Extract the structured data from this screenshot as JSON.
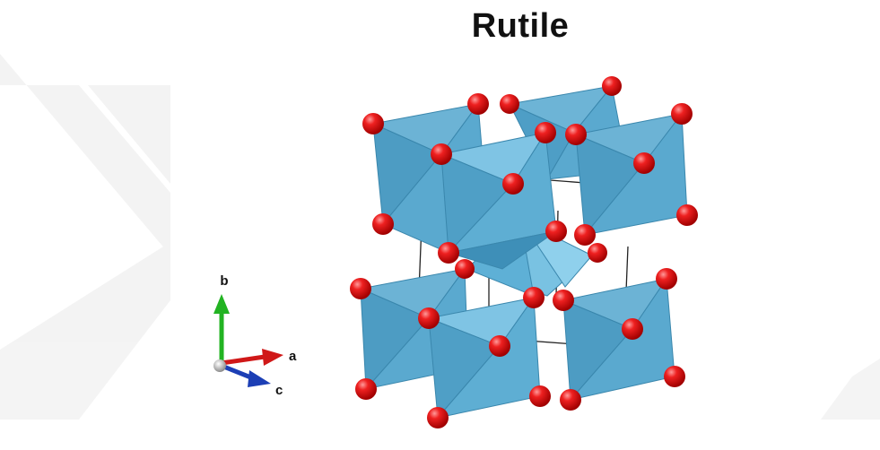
{
  "title": "Rutile",
  "axes": {
    "a_label": "a",
    "b_label": "b",
    "c_label": "c"
  },
  "colors": {
    "octahedron_fill": "#5aa9cf",
    "octahedron_edge": "#3a87ad",
    "oxygen_atom": "#e01010",
    "titanium_atom": "#7cc8e8",
    "axis_a": "#d01818",
    "axis_b": "#22b322",
    "axis_c": "#1c3fb5",
    "watermark": "#f0f0f0"
  }
}
